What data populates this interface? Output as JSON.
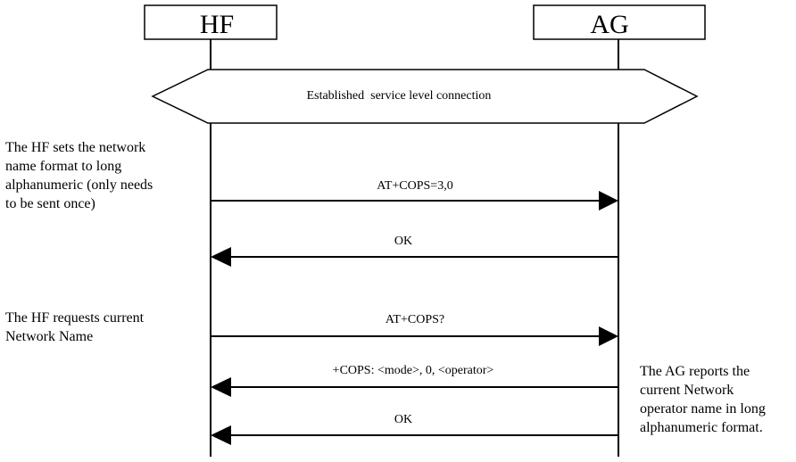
{
  "entities": {
    "left": "HF",
    "right": "AG"
  },
  "connection_label": "Established  service level connection",
  "messages": [
    {
      "label": "AT+COPS=3,0",
      "direction": "right"
    },
    {
      "label": "OK",
      "direction": "left"
    },
    {
      "label": "AT+COPS?",
      "direction": "right"
    },
    {
      "label": "+COPS: <mode>, 0, <operator>",
      "direction": "left"
    },
    {
      "label": "OK",
      "direction": "left"
    }
  ],
  "notes": {
    "hf_format": "The HF sets the network\nname format to long\nalphanumeric (only needs\nto be sent once)",
    "hf_request": "The HF requests current\nNetwork Name",
    "ag_report": "The AG reports the\ncurrent Network\noperator name in long\nalphanumeric format."
  }
}
